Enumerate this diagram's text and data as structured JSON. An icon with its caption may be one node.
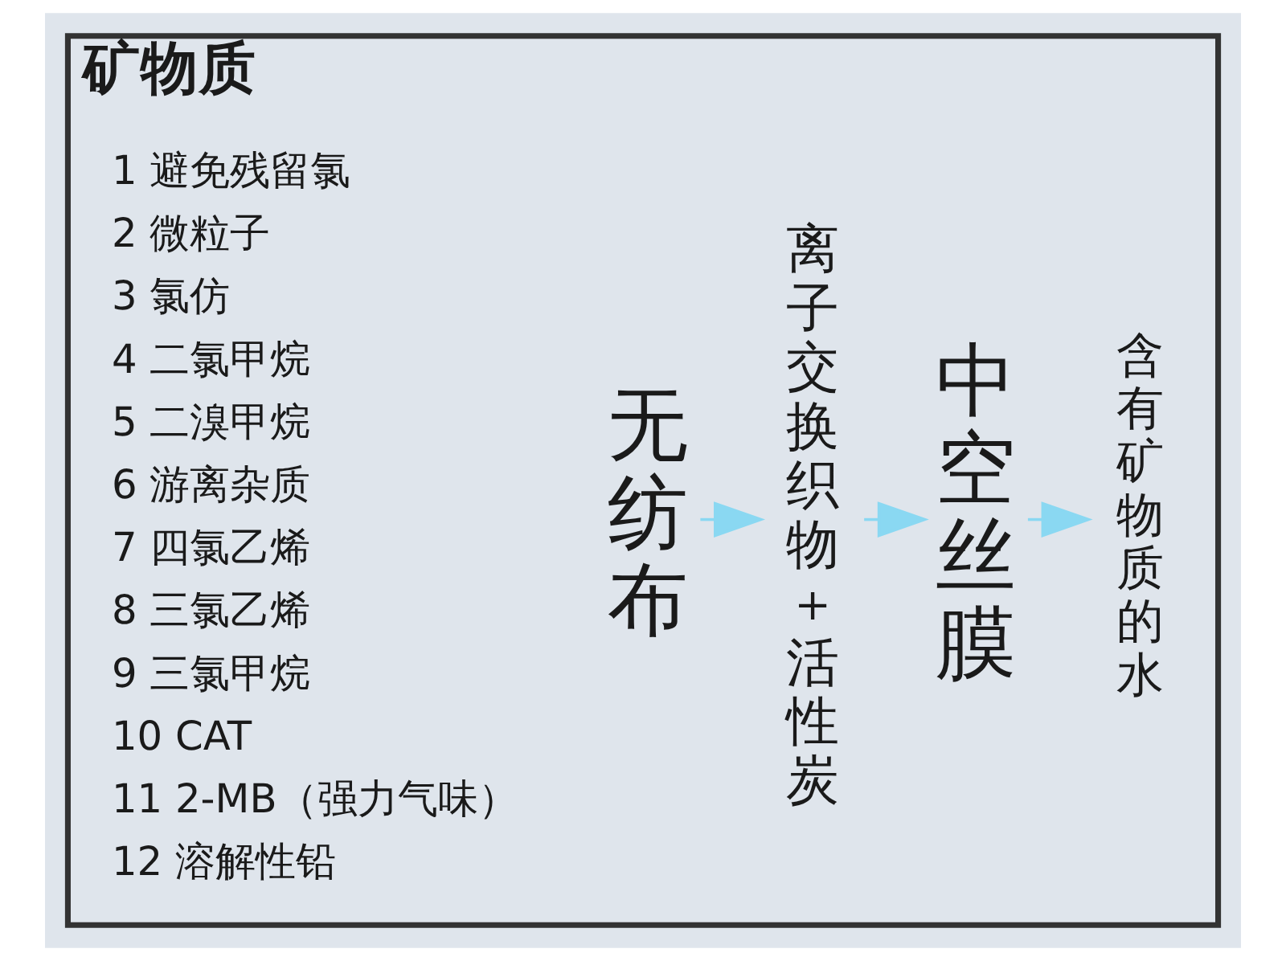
{
  "diagram": {
    "nodes": [
      {
        "text": [
          "矿物质"
        ]
      },
      {
        "text": [
          "无纺布"
        ],
        "in": 0
      },
      {
        "text": [
          "离子交换织物＋活性炭"
        ],
        "in": 0
      },
      {
        "text": [
          "中空丝膜"
        ],
        "in": 0
      },
      {
        "text": [
          "含有矿物质的水"
        ],
        "in": 0
      }
    ],
    "edges": [
      {
        "from": 1,
        "to": 2,
        "arrow": "to"
      },
      {
        "from": 2,
        "to": 3,
        "arrow": "to"
      },
      {
        "from": 3,
        "to": 4,
        "arrow": "to"
      }
    ],
    "labels": [
      "1 避免残留氯",
      "2 微粒子",
      "3 氯仿",
      "4 二氯甲烷",
      "5 二溴甲烷",
      "6 游离杂质",
      "7 四氯乙烯",
      "8 三氯乙烯",
      "9 三氯甲烷",
      "10 CAT",
      "11 2-MB（强力气味）",
      "12 溶解性铅"
    ]
  }
}
